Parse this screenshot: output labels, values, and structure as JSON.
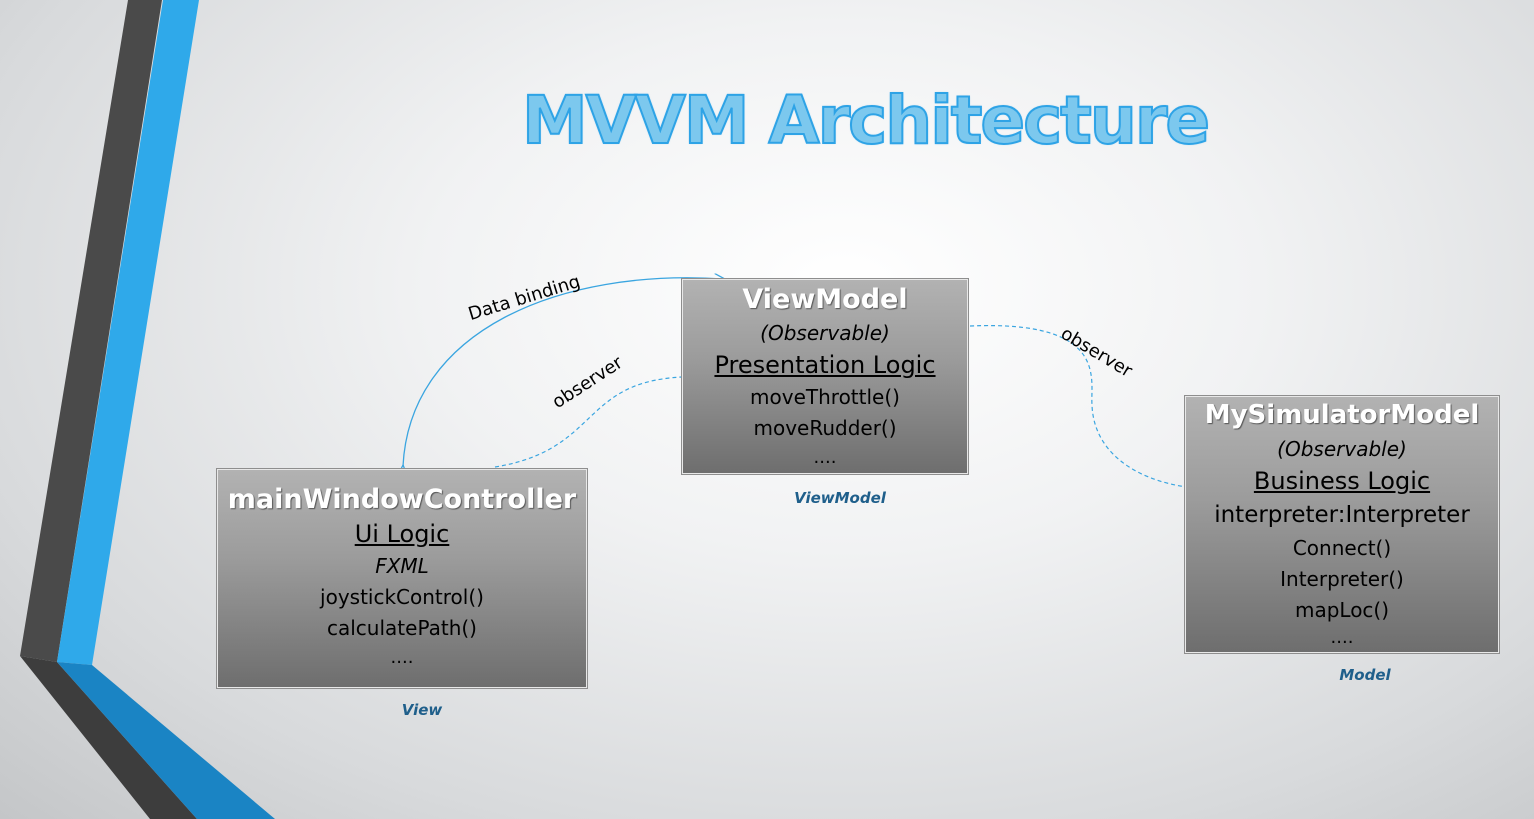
{
  "title": "MVVM Architecture",
  "colors": {
    "title_fill": "#7cc8ee",
    "title_stroke": "#2ea3e6",
    "connector": "#3aa5e0",
    "caption": "#1f5f8b"
  },
  "view_box": {
    "heading": "mainWindowController",
    "lines": [
      "Ui Logic",
      "FXML",
      "joystickControl()",
      "calculatePath()",
      "...."
    ],
    "caption": "View"
  },
  "viewmodel_box": {
    "heading": "ViewModel",
    "lines": [
      "(Observable)",
      "Presentation Logic",
      "moveThrottle()",
      "moveRudder()",
      "...."
    ],
    "caption": "ViewModel"
  },
  "model_box": {
    "heading": "MySimulatorModel",
    "lines": [
      "(Observable)",
      "Business Logic",
      "interpreter:Interpreter",
      "Connect()",
      "Interpreter()",
      "mapLoc()",
      "...."
    ],
    "caption": "Model"
  },
  "edges": {
    "data_binding": "Data binding",
    "observer_view": "observer",
    "observer_model": "observer"
  }
}
